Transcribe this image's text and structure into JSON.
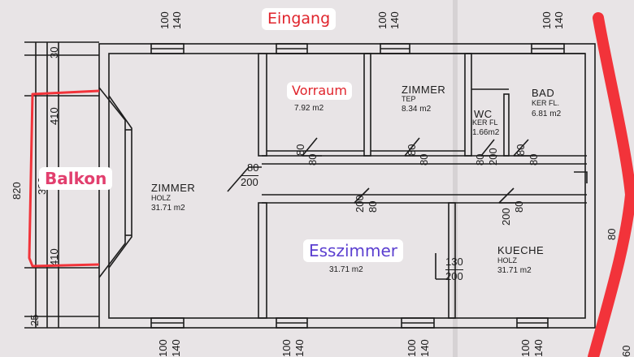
{
  "labels": {
    "eingang": "Eingang",
    "balkon": "Balkon",
    "vorraum": "Vorraum",
    "esszimmer": "Esszimmer"
  },
  "rooms": {
    "zimmer_left": {
      "name": "ZIMMER",
      "material": "HOLZ",
      "area": "31.71 m2"
    },
    "vorraum": {
      "area": "7.92 m2"
    },
    "zimmer_mid": {
      "name": "ZIMMER",
      "material": "TEP",
      "area": "8.34 m2"
    },
    "wc": {
      "name": "WC",
      "material": "KER FL",
      "area": "1.66m2"
    },
    "bad": {
      "name": "BAD",
      "material": "KER FL.",
      "area": "6.81 m2"
    },
    "esszimmer": {
      "area": "31.71 m2"
    },
    "kueche": {
      "name": "KUECHE",
      "material": "HOLZ",
      "area": "31.71 m2"
    }
  },
  "dimensions": {
    "height_total": "820",
    "balkon_top": "410",
    "balkon_bottom": "410",
    "balkon_mid": "390",
    "top_30": "30",
    "bottom_25": "25",
    "win_100": "100",
    "win_140": "140",
    "door_80": "80",
    "door_200": "200",
    "door_130": "130",
    "right_80": "80",
    "bottom_60": "60"
  },
  "colors": {
    "label_red": "#e0242c",
    "label_purple": "#5b3fd0",
    "label_pink": "#e23f6e",
    "marker_red": "#f2333a",
    "ink": "#1c1c1c",
    "paper": "#e8e4e6"
  }
}
